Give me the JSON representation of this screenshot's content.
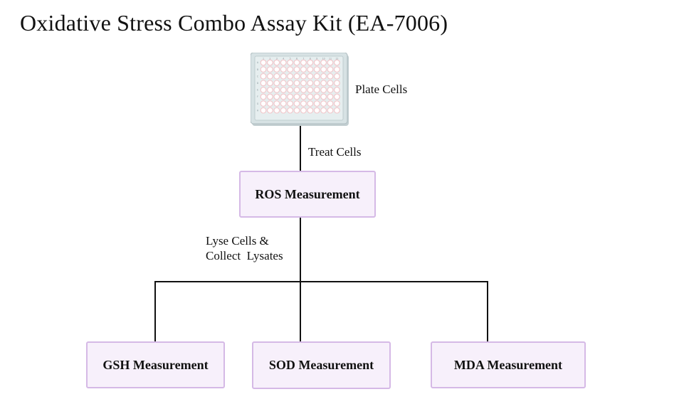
{
  "title": "Oxidative Stress Combo Assay Kit (EA-7006)",
  "plate": {
    "label": "Plate Cells",
    "rows": 8,
    "columns": 12,
    "well_color": "#f2c4c8",
    "plate_color": "#d7e2e4"
  },
  "edges": {
    "treat": "Treat Cells",
    "lyse": "Lyse Cells &\nCollect  Lysates"
  },
  "boxes": {
    "ros": "ROS Measurement",
    "gsh": "GSH Measurement",
    "sod": "SOD Measurement",
    "mda": "MDA Measurement"
  },
  "colors": {
    "box_fill": "#f7f0fb",
    "box_border": "#d5b9e6",
    "line": "#111111"
  }
}
